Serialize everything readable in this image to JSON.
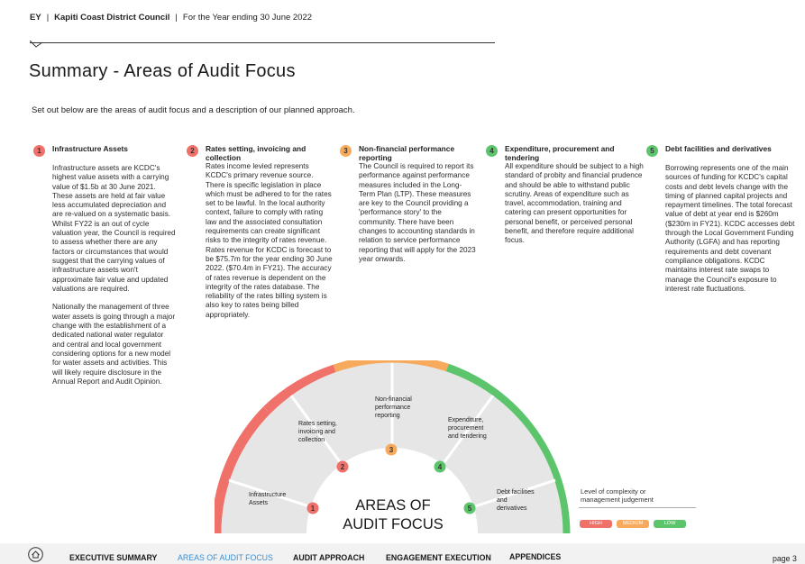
{
  "header": {
    "brand": "EY",
    "council": "Kapiti Coast District Council",
    "period": "For the Year ending 30 June 2022"
  },
  "title": "Summary - Areas of Audit Focus",
  "intro": "Set out below are the areas of audit focus and a description of our planned approach.",
  "columns": [
    {
      "number": "1",
      "heading": "Infrastructure Assets",
      "body": "Infrastructure assets are KCDC's highest value assets with a carrying value of $1.5b at 30 June 2021. These assets are held at fair value less accumulated depreciation and are re-valued on a systematic basis. Whilst FY22 is an out of cycle valuation year, the Council is required to assess whether there are any factors or circumstances that would suggest that the carrying values of infrastructure assets won't approximate fair value and updated valuations are required.\n\nNationally the management of three water assets is going through a major change with the establishment of a dedicated national water regulator and central and local government considering options for a new model for water assets and activities. This will likely require disclosure in the Annual Report and Audit Opinion."
    },
    {
      "number": "2",
      "heading": "Rates setting, invoicing and collection",
      "body": "Rates income levied represents KCDC's primary revenue source. There is specific legislation in place which must be adhered to for the rates set to be lawful. In the local authority context, failure to comply with rating law and the associated consultation requirements can create significant risks to the integrity of rates revenue. Rates revenue for KCDC is forecast to be $75.7m for the year ending 30 June 2022. ($70.4m in FY21). The accuracy of rates revenue is dependent on the integrity of the rates database. The reliability of the rates billing system is also key to rates being billed appropriately."
    },
    {
      "number": "3",
      "heading": "Non-financial performance reporting",
      "body": "The Council is required to report its performance against performance measures included in the Long-Term Plan (LTP). These measures are key to the Council providing a 'performance story' to the community. There have been changes to accounting standards in relation to service performance reporting that will apply for the 2023 year onwards."
    },
    {
      "number": "4",
      "heading": "Expenditure, procurement and tendering",
      "body": "All expenditure should be subject to a high standard of probity and financial prudence and should be able to withstand public scrutiny. Areas of expenditure such as travel, accommodation, training and catering can present opportunities for personal benefit, or perceived personal benefit, and therefore require additional focus."
    },
    {
      "number": "5",
      "heading": "Debt facilities and derivatives",
      "body": "Borrowing represents one of the main sources of funding for KCDC's capital costs and debt levels change with the timing of planned capital projects and repayment timelines. The total forecast value of debt at year end is $260m ($230m in FY21). KCDC accesses debt through the Local Government Funding Authority (LGFA) and has reporting requirements and debt covenant compliance obligations. KCDC maintains interest rate swaps to manage the Council's exposure to interest rate fluctuations."
    }
  ],
  "diagram": {
    "center_line1": "AREAS OF",
    "center_line2": "AUDIT FOCUS",
    "segments": [
      {
        "number": "1",
        "line1": "Infrastructure",
        "line2": "Assets",
        "line3": ""
      },
      {
        "number": "2",
        "line1": "Rates setting,",
        "line2": "invoicing and",
        "line3": "collection"
      },
      {
        "number": "3",
        "line1": "Non-financial",
        "line2": "performance",
        "line3": "reporting"
      },
      {
        "number": "4",
        "line1": "Expenditure,",
        "line2": "procurement",
        "line3": "and tendering"
      },
      {
        "number": "5",
        "line1": "Debt facilities",
        "line2": "and",
        "line3": "derivatives"
      }
    ]
  },
  "legend": {
    "title": "Level of complexity or management judgement",
    "high": "HIGH",
    "medium": "MEDIUM",
    "low": "LOW"
  },
  "colors": {
    "high": "#f0706a",
    "medium": "#f7a95c",
    "low": "#5cc56c",
    "active_nav": "#3b8fd1"
  },
  "footer": {
    "nav": [
      "EXECUTIVE SUMMARY",
      "AREAS OF AUDIT FOCUS",
      "AUDIT APPROACH",
      "ENGAGEMENT EXECUTION",
      "APPENDICES"
    ],
    "active": "AREAS OF AUDIT FOCUS",
    "page": "page  3",
    "home_icon": "home-icon"
  }
}
